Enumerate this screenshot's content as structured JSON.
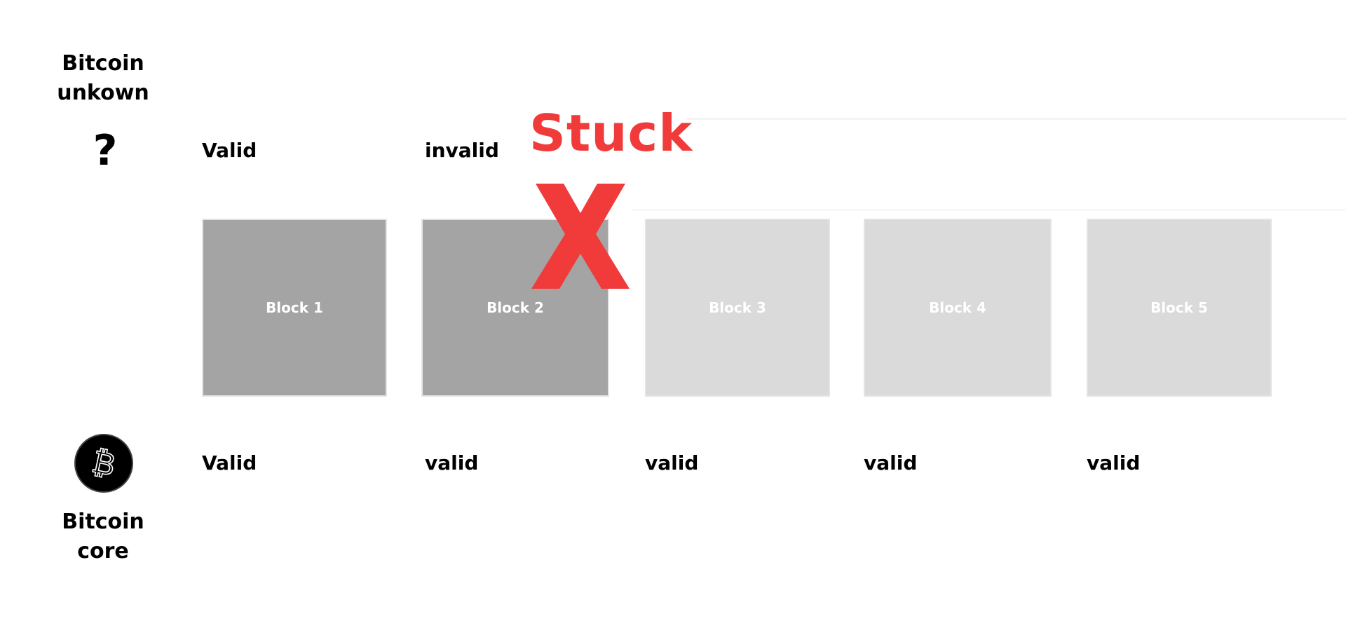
{
  "top_node": {
    "label_line1": "Bitcoin",
    "label_line2": "unkown",
    "icon": "question-icon",
    "icon_glyph": "?"
  },
  "bottom_node": {
    "label_line1": "Bitcoin",
    "label_line2": "core",
    "icon": "bitcoin-icon",
    "icon_glyph": "₿"
  },
  "blocks": [
    {
      "label": "Block 1",
      "shade": "dark"
    },
    {
      "label": "Block 2",
      "shade": "dark"
    },
    {
      "label": "Block 3",
      "shade": "light"
    },
    {
      "label": "Block 4",
      "shade": "light"
    },
    {
      "label": "Block 5",
      "shade": "light"
    }
  ],
  "top_statuses": [
    "Valid",
    "invalid"
  ],
  "bottom_statuses": [
    "Valid",
    "valid",
    "valid",
    "valid",
    "valid"
  ],
  "stuck": {
    "label": "Stuck",
    "icon": "x-icon",
    "color": "#f13a3a"
  },
  "colors": {
    "block_dark": "#a4a4a4",
    "block_light": "#dadada",
    "block_text": "#ffffff",
    "text": "#000000"
  }
}
